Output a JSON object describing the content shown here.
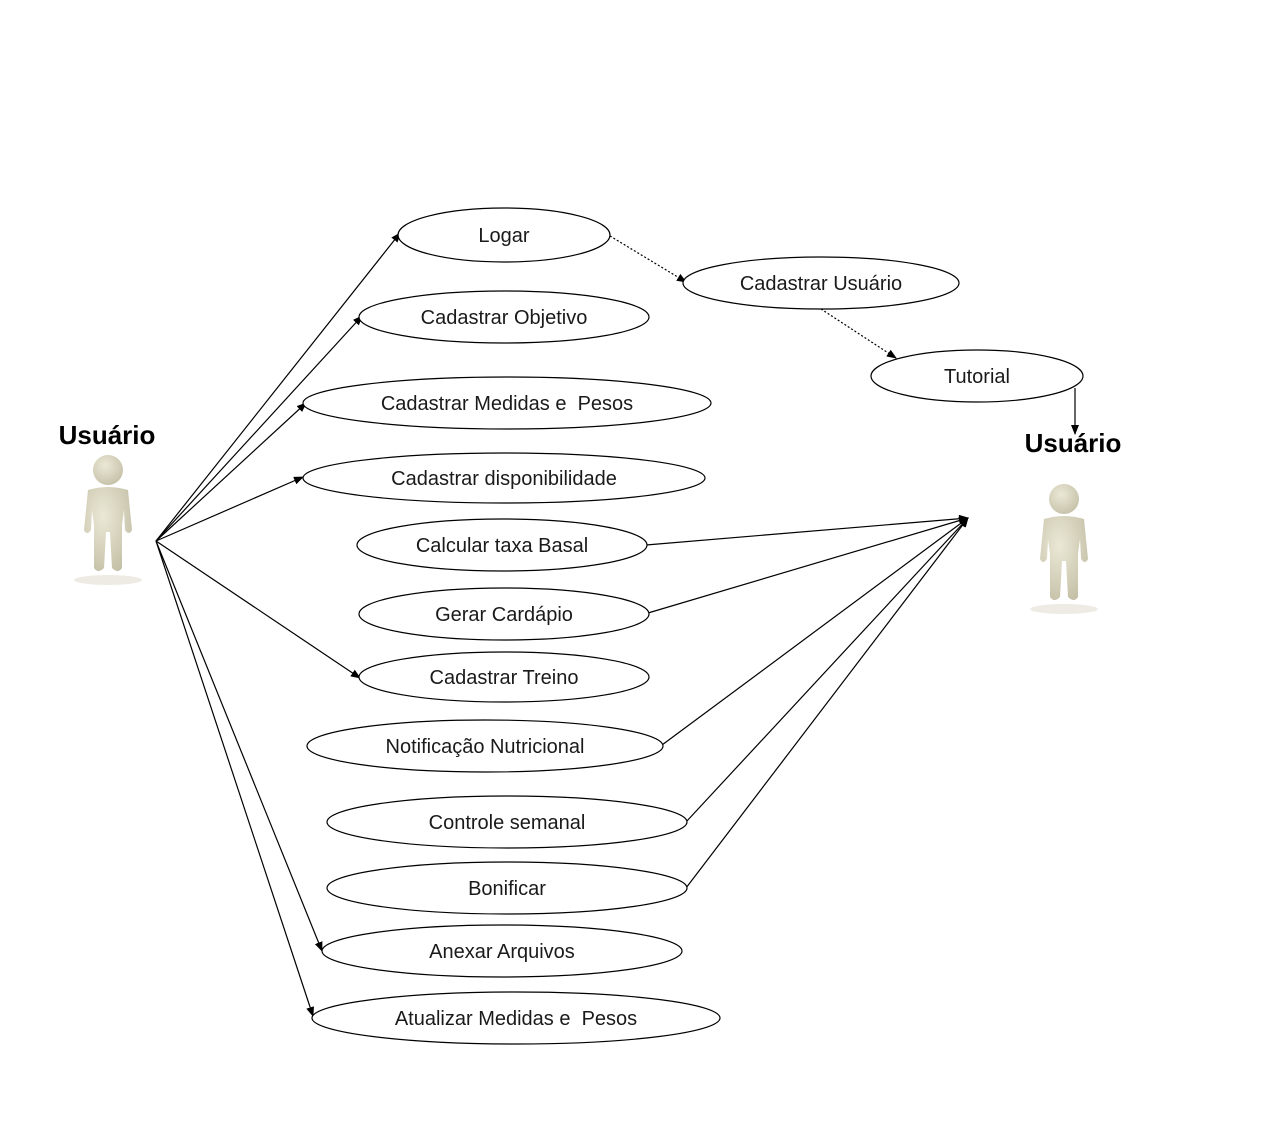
{
  "colors": {
    "actor_figure": "#d6d2bb",
    "actor_shadow": "#b9b59e",
    "line": "#000000",
    "ellipse_stroke": "#000000",
    "ellipse_fill": "#ffffff"
  },
  "actors": [
    {
      "id": "actor_left",
      "name": "Usuário",
      "icon": "person-figure-icon"
    },
    {
      "id": "actor_right",
      "name": "Usuário",
      "icon": "person-figure-icon"
    }
  ],
  "use_cases": [
    {
      "id": "logar",
      "label": "Logar"
    },
    {
      "id": "cadastrar_objetivo",
      "label": "Cadastrar Objetivo"
    },
    {
      "id": "cadastrar_medidas",
      "label": "Cadastrar Medidas e  Pesos"
    },
    {
      "id": "cadastrar_disponibilidade",
      "label": "Cadastrar disponibilidade"
    },
    {
      "id": "calcular_taxa",
      "label": "Calcular taxa Basal"
    },
    {
      "id": "gerar_cardapio",
      "label": "Gerar Cardápio"
    },
    {
      "id": "cadastrar_treino",
      "label": "Cadastrar Treino"
    },
    {
      "id": "notificacao",
      "label": "Notificação Nutricional"
    },
    {
      "id": "controle_semanal",
      "label": "Controle semanal"
    },
    {
      "id": "bonificar",
      "label": "Bonificar"
    },
    {
      "id": "anexar_arquivos",
      "label": "Anexar Arquivos"
    },
    {
      "id": "atualizar_medidas",
      "label": "Atualizar Medidas e  Pesos"
    },
    {
      "id": "cadastrar_usuario",
      "label": "Cadastrar Usuário"
    },
    {
      "id": "tutorial",
      "label": "Tutorial"
    }
  ],
  "relations": [
    {
      "from": "actor_left",
      "to": "logar",
      "style": "solid",
      "arrow": "end"
    },
    {
      "from": "actor_left",
      "to": "cadastrar_objetivo",
      "style": "solid",
      "arrow": "end"
    },
    {
      "from": "actor_left",
      "to": "cadastrar_medidas",
      "style": "solid",
      "arrow": "end"
    },
    {
      "from": "actor_left",
      "to": "cadastrar_disponibilidade",
      "style": "solid",
      "arrow": "end"
    },
    {
      "from": "actor_left",
      "to": "cadastrar_treino",
      "style": "solid",
      "arrow": "end"
    },
    {
      "from": "actor_left",
      "to": "anexar_arquivos",
      "style": "solid",
      "arrow": "end"
    },
    {
      "from": "actor_left",
      "to": "atualizar_medidas",
      "style": "solid",
      "arrow": "end"
    },
    {
      "from": "logar",
      "to": "cadastrar_usuario",
      "style": "dotted",
      "arrow": "end"
    },
    {
      "from": "cadastrar_usuario",
      "to": "tutorial",
      "style": "dotted",
      "arrow": "end"
    },
    {
      "from": "tutorial",
      "to": "actor_right",
      "style": "solid",
      "arrow": "end"
    },
    {
      "from": "calcular_taxa",
      "to": "actor_right",
      "style": "solid",
      "arrow": "end"
    },
    {
      "from": "gerar_cardapio",
      "to": "actor_right",
      "style": "solid",
      "arrow": "end"
    },
    {
      "from": "notificacao",
      "to": "actor_right",
      "style": "solid",
      "arrow": "end"
    },
    {
      "from": "controle_semanal",
      "to": "actor_right",
      "style": "solid",
      "arrow": "end"
    },
    {
      "from": "bonificar",
      "to": "actor_right",
      "style": "solid",
      "arrow": "end"
    }
  ]
}
